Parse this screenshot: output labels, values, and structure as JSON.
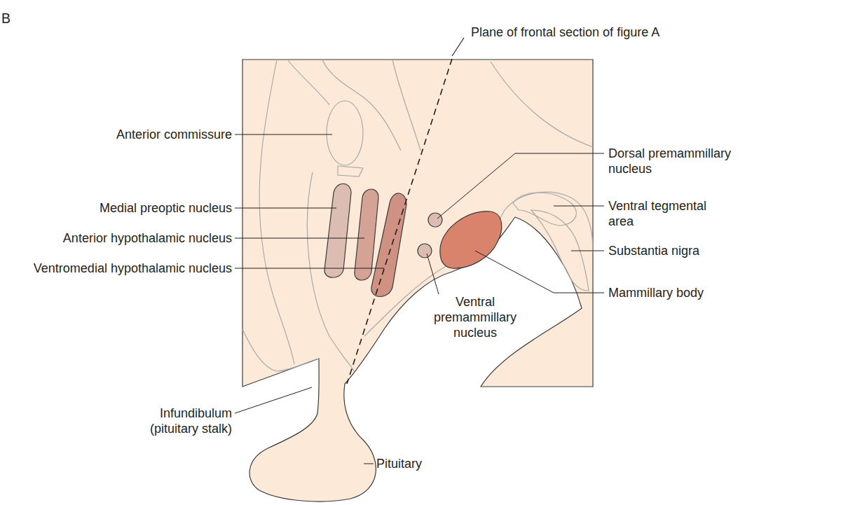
{
  "diagram": {
    "labels": [
      "B",
      "Plane of frontal section of figure A",
      "Anterior commissure",
      "Medial preoptic nucleus",
      "Anterior hypothalamic nucleus",
      "Ventromedial hypothalamic nucleus",
      "Dorsal premammillary nucleus",
      "Ventral tegmental area",
      "Substantia nigra",
      "Mammillary body",
      "Ventral premammillary nucleus",
      "Infundibulum (pituitary stalk)",
      "Pituitary"
    ]
  }
}
